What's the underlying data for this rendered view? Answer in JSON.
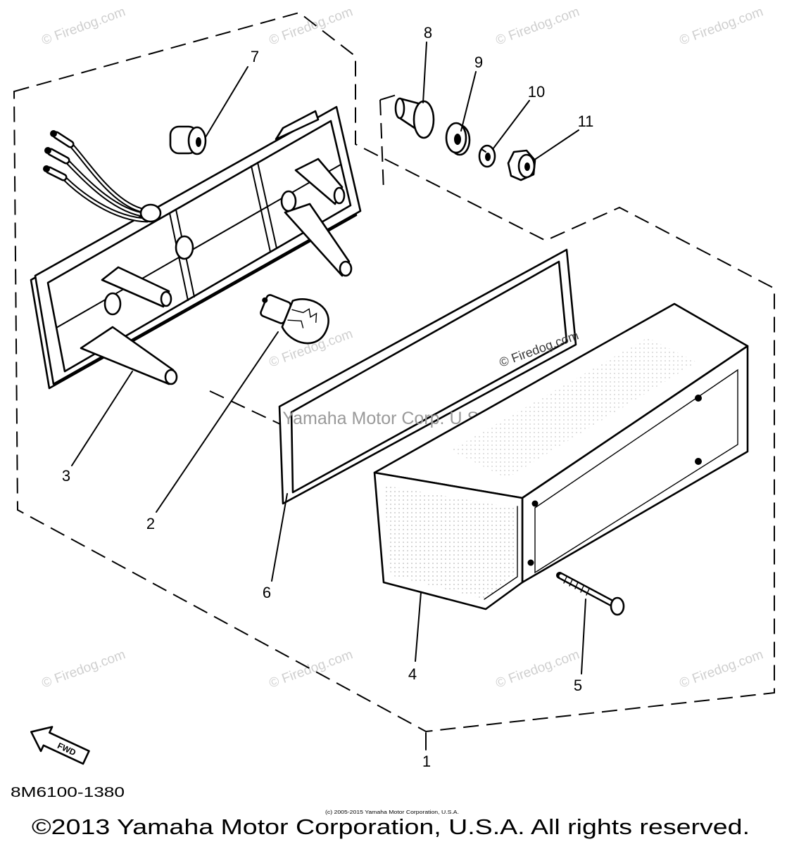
{
  "diagram": {
    "callouts": [
      "1",
      "2",
      "3",
      "4",
      "5",
      "6",
      "7",
      "8",
      "9",
      "10",
      "11"
    ],
    "drawing_code": "8M6100-1380",
    "fwd_label": "FWD"
  },
  "watermarks": {
    "firedog": "© Firedog.com",
    "yamaha": "Yamaha Motor Corp. U.S.A."
  },
  "footer": {
    "small_copyright": "(c) 2005-2015 Yamaha Motor Corporation, U.S.A.",
    "copyright": "©2013 Yamaha Motor Corporation, U.S.A. All rights reserved."
  }
}
